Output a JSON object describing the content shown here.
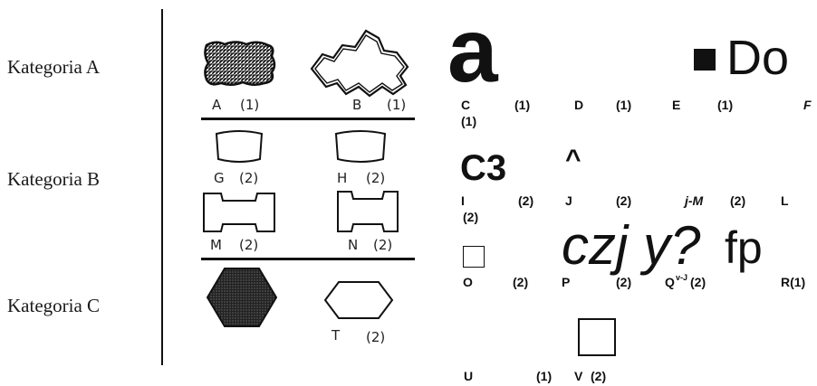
{
  "categories": [
    "Kategoria A",
    "Kategoria B",
    "Kategoria C"
  ],
  "scan_labels": {
    "A": "A",
    "A_n": "(1)",
    "B": "B",
    "B_n": "(1)",
    "G": "G",
    "G_n": "(2)",
    "H": "H",
    "H_n": "(2)",
    "M": "M",
    "M_n": "(2)",
    "N": "N",
    "N_n": "(2)",
    "T": "T",
    "T_n": "(2)"
  },
  "right": {
    "big_a": "a",
    "do_text": "Do",
    "c3": "C3",
    "caret": "^",
    "czj": "czj y?",
    "fp": "fp",
    "row1": [
      "C",
      "(1)",
      "D",
      "(1)",
      "E",
      "(1)",
      "F",
      "(1)"
    ],
    "row2": [
      "I",
      "(2)",
      "J",
      "(2)",
      "j-M",
      "(2)",
      "L",
      "(2)"
    ],
    "row3": [
      "O",
      "(2)",
      "P",
      "(2)",
      "Q",
      "v-J",
      "(2)",
      "R(1)"
    ],
    "row4": [
      "U",
      "(1)",
      "V",
      "(2)"
    ]
  }
}
